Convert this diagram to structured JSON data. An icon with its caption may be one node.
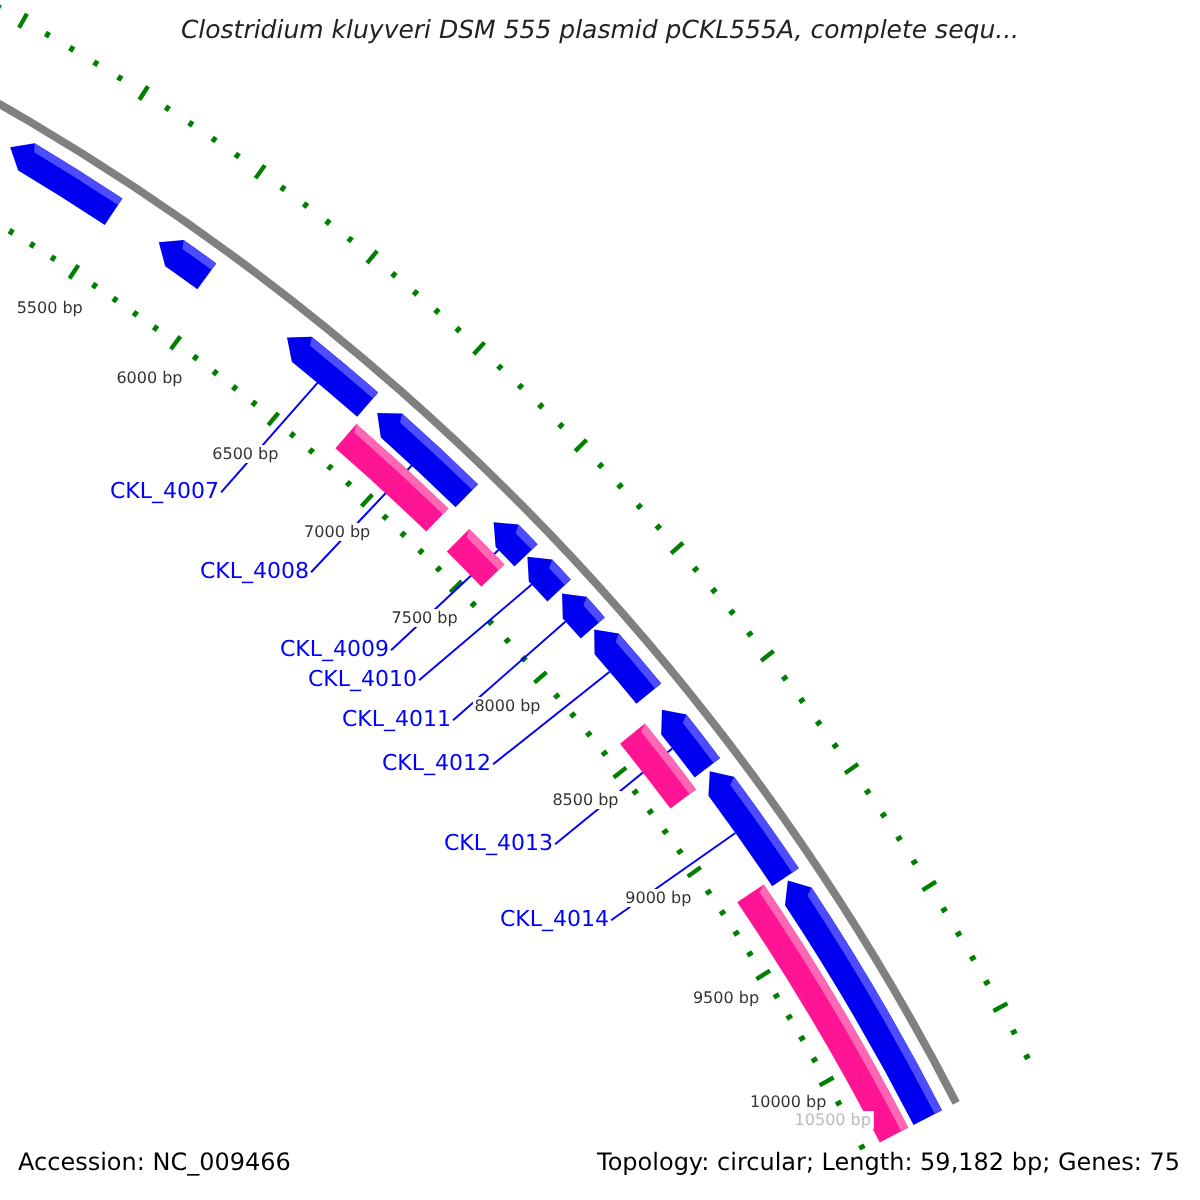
{
  "diagram": {
    "title": "Clostridium kluyveri DSM 555 plasmid pCKL555A, complete sequ...",
    "nodes": [
      {
        "text": [],
        "shape": "arrow"
      },
      {
        "text": [],
        "shape": "arrow"
      },
      {
        "text": [],
        "shape": "arrow"
      },
      {
        "text": [],
        "shape": "bar"
      },
      {
        "text": [],
        "shape": "arrow"
      },
      {
        "text": [],
        "shape": "bar"
      },
      {
        "text": [],
        "shape": "arrow"
      },
      {
        "text": [],
        "shape": "arrow"
      },
      {
        "text": [],
        "shape": "arrow"
      },
      {
        "text": [],
        "shape": "arrow"
      },
      {
        "text": [],
        "shape": "bar"
      },
      {
        "text": [],
        "shape": "arrow"
      },
      {
        "text": [],
        "shape": "arrow"
      },
      {
        "text": [],
        "shape": "bar"
      },
      {
        "text": [],
        "shape": "arrow"
      },
      {
        "text": [
          "CKL_4007"
        ]
      },
      {
        "text": [
          "CKL_4008"
        ]
      },
      {
        "text": [
          "CKL_4009"
        ]
      },
      {
        "text": [
          "CKL_4010"
        ]
      },
      {
        "text": [
          "CKL_4011"
        ]
      },
      {
        "text": [
          "CKL_4012"
        ]
      },
      {
        "text": [
          "CKL_4013"
        ]
      },
      {
        "text": [
          "CKL_4014"
        ]
      }
    ],
    "edges": [
      {
        "from": 15,
        "to": 2,
        "arrow": "none"
      },
      {
        "from": 16,
        "to": 4,
        "arrow": "none"
      },
      {
        "from": 17,
        "to": 6,
        "arrow": "none"
      },
      {
        "from": 18,
        "to": 7,
        "arrow": "none"
      },
      {
        "from": 19,
        "to": 8,
        "arrow": "none"
      },
      {
        "from": 20,
        "to": 9,
        "arrow": "none"
      },
      {
        "from": 21,
        "to": 11,
        "arrow": "none"
      },
      {
        "from": 22,
        "to": 12,
        "arrow": "none"
      }
    ],
    "labels": [
      "5500 bp",
      "6000 bp",
      "6500 bp",
      "7000 bp",
      "7500 bp",
      "8000 bp",
      "8500 bp",
      "9000 bp",
      "9500 bp",
      "10000 bp",
      "10500 bp",
      "Accession: NC_009466",
      "Topology: circular; Length: 59,182 bp; Genes: 75"
    ]
  }
}
